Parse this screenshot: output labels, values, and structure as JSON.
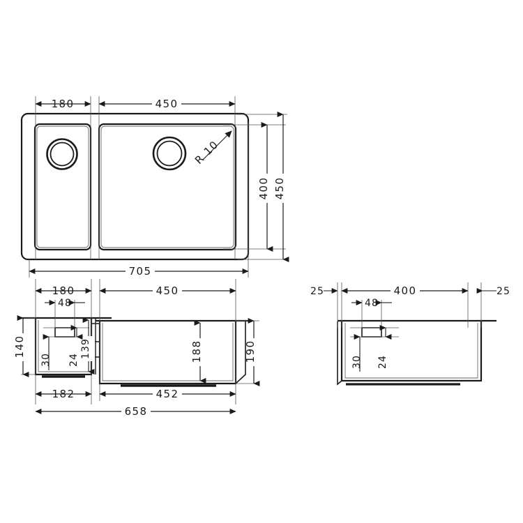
{
  "drawing": {
    "title": "Kitchen sink technical dimension drawing",
    "units": "mm",
    "line_color": "#1a1a1a",
    "thin_color": "#555555",
    "background": "#ffffff"
  },
  "views": {
    "top": {
      "name": "top-view",
      "dimensions": {
        "small_bowl_width": "180",
        "large_bowl_width": "450",
        "overall_width": "705",
        "inner_depth": "400",
        "overall_depth": "450",
        "corner_radius": "R 10"
      }
    },
    "front_elevation": {
      "name": "front-elevation-view",
      "dimensions": {
        "small_bowl_width": "180",
        "overflow_offset": "48",
        "large_bowl_width": "450",
        "small_bowl_height": "140",
        "overflow_from_bottom": "30",
        "overflow_height": "24",
        "small_bowl_inner_depth": "139",
        "large_bowl_inner_depth": "188",
        "large_bowl_height": "190",
        "small_base_width": "182",
        "large_base_width": "452",
        "overall_base_width": "658"
      }
    },
    "side_elevation": {
      "name": "side-elevation-view",
      "dimensions": {
        "left_margin": "25",
        "inner_width": "400",
        "right_margin": "25",
        "overflow_offset": "48",
        "overflow_from_bottom": "30",
        "overflow_height": "24"
      }
    }
  },
  "labels": {
    "d180": "180",
    "d450": "450",
    "d705": "705",
    "d400": "400",
    "d450b": "450",
    "r10": "R 10",
    "e180": "180",
    "e48": "48",
    "e450": "450",
    "e140": "140",
    "e30": "30",
    "e24": "24",
    "e139": "139",
    "e188": "188",
    "e190": "190",
    "e182": "182",
    "e452": "452",
    "e658": "658",
    "s25a": "25",
    "s400": "400",
    "s25b": "25",
    "s48": "48",
    "s30": "30",
    "s24": "24"
  }
}
